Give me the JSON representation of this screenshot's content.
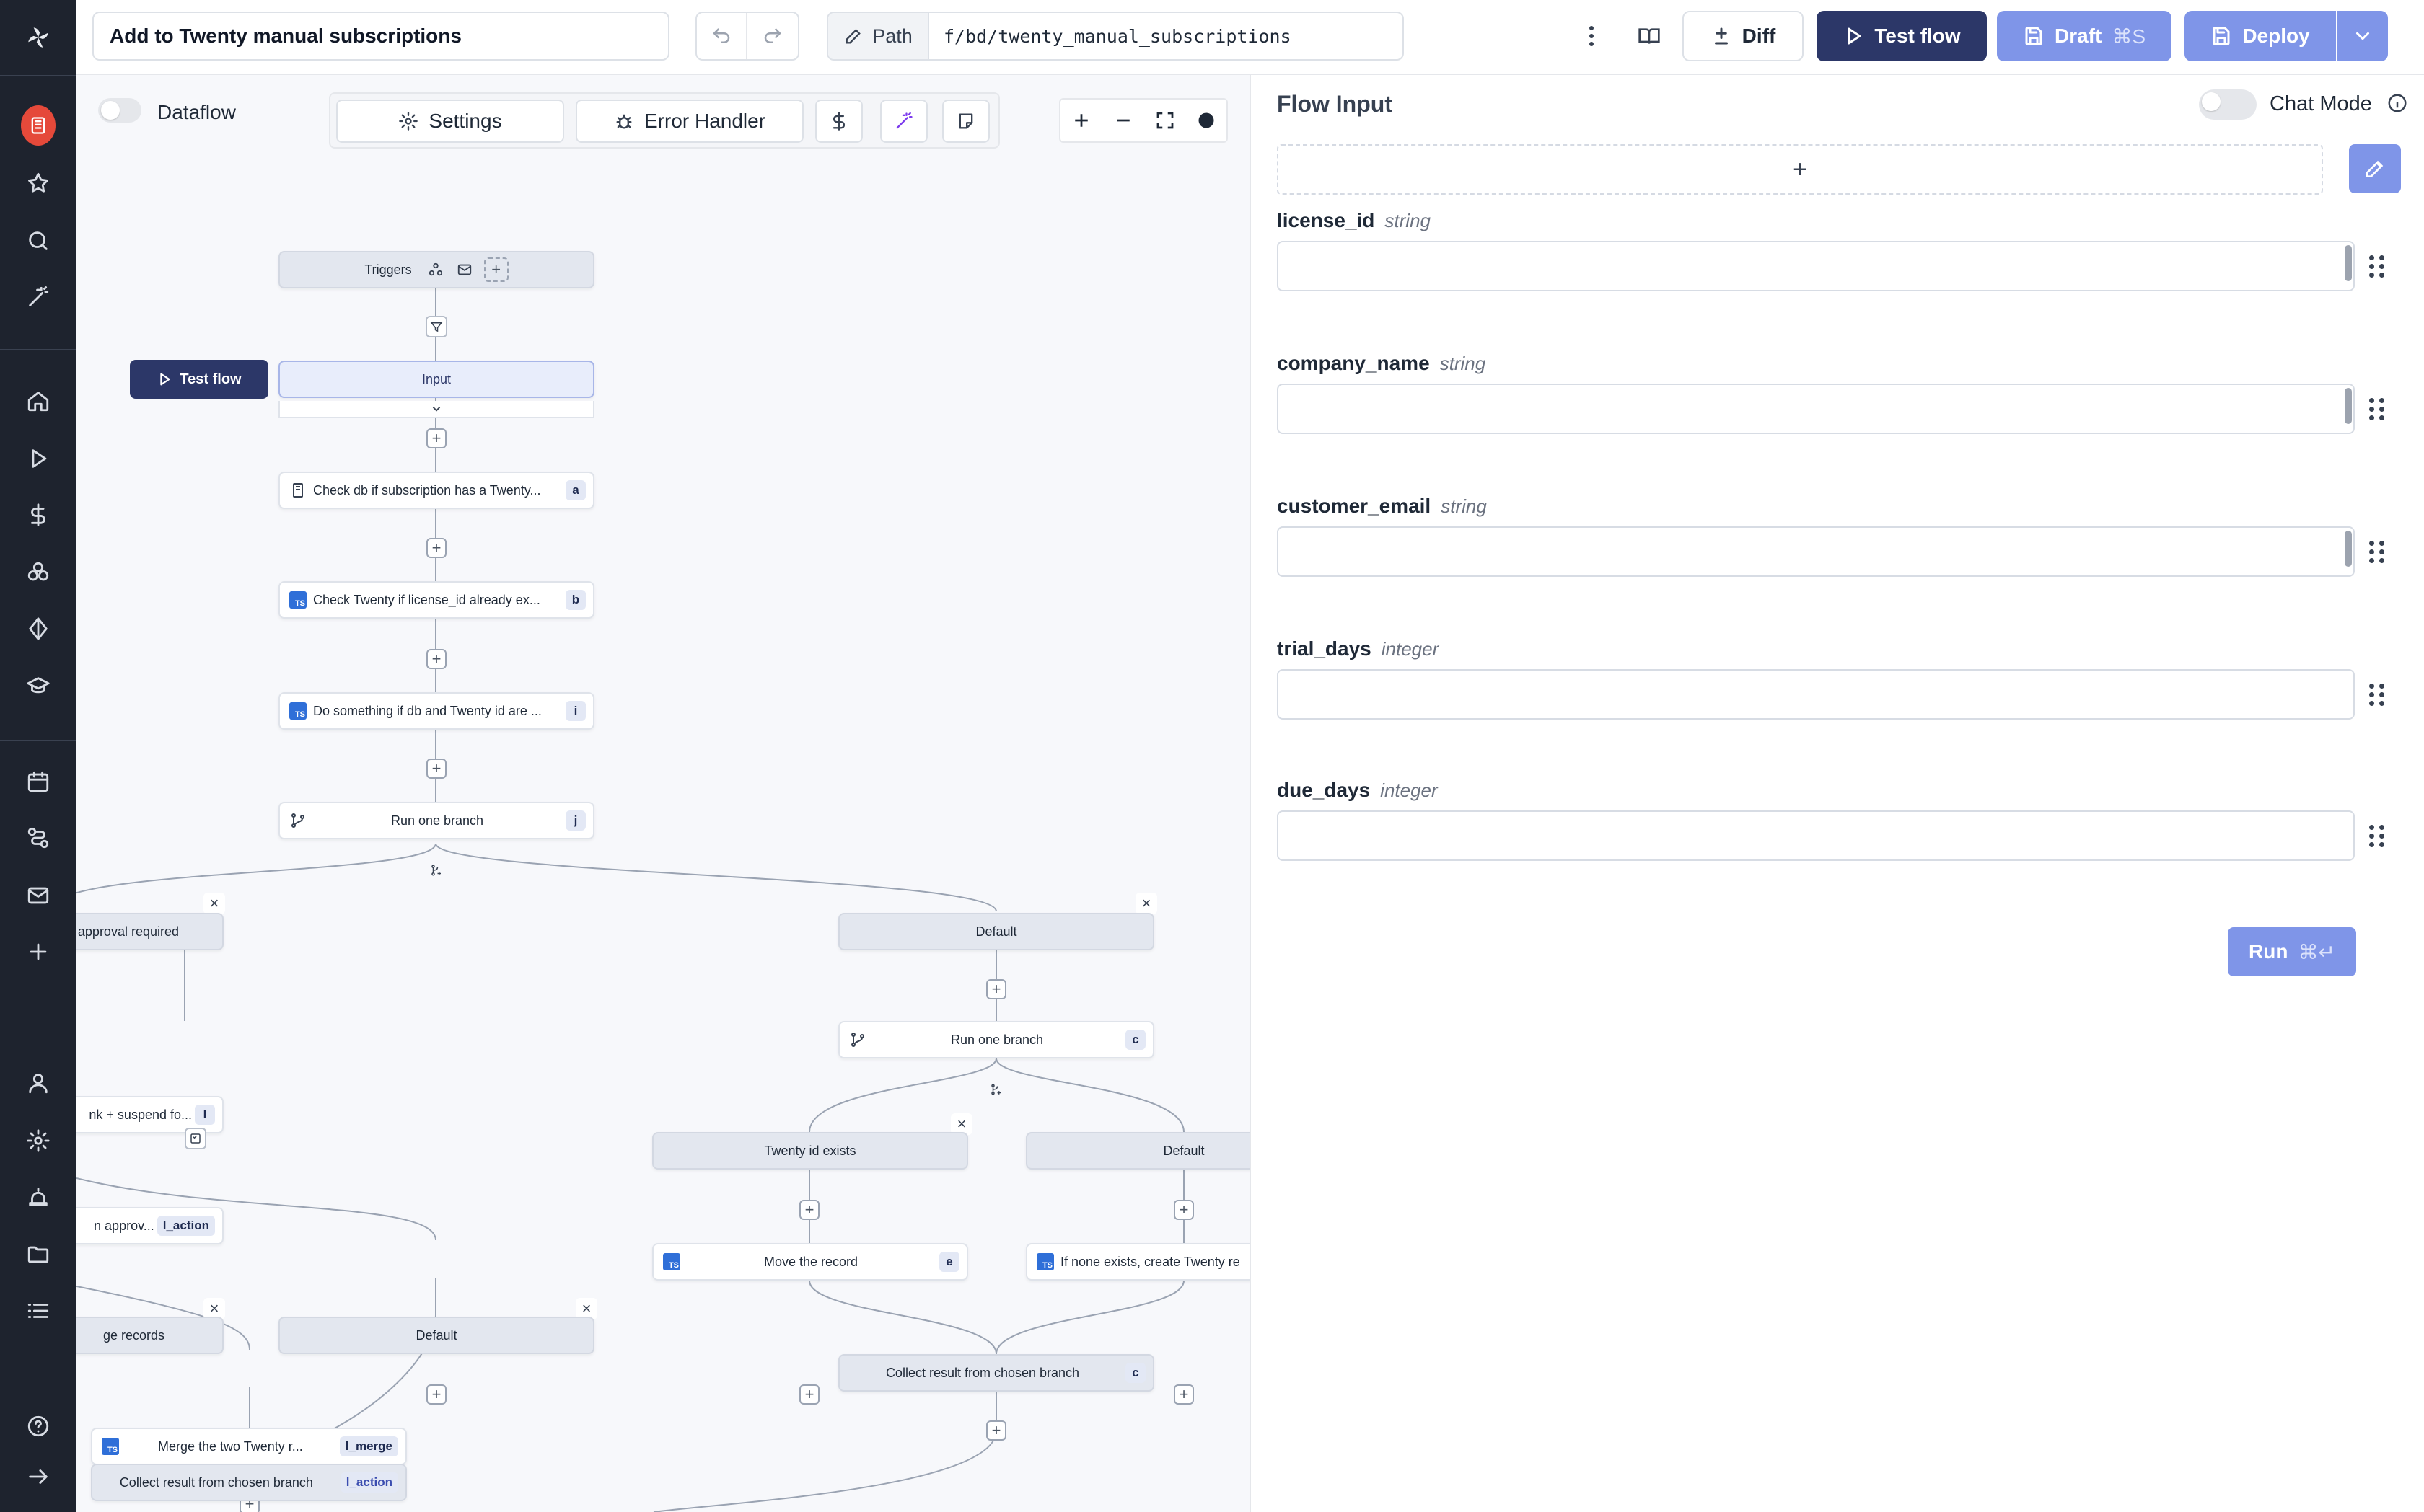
{
  "flow": {
    "summary": "Add to Twenty manual subscriptions",
    "path_label": "Path",
    "path_value": "f/bd/twenty_manual_subscriptions"
  },
  "toolbar": {
    "diff_label": "Diff",
    "test_flow_label": "Test flow",
    "draft_label": "Draft",
    "draft_shortcut": "⌘S",
    "deploy_label": "Deploy"
  },
  "canvas": {
    "dataflow_label": "Dataflow",
    "settings_label": "Settings",
    "error_handler_label": "Error Handler",
    "test_flow_button": "Test flow",
    "nodes": {
      "triggers": "Triggers",
      "input": "Input",
      "step_a": {
        "label": "Check db if subscription has a Twenty...",
        "id": "a"
      },
      "step_b": {
        "label": "Check Twenty if license_id already ex...",
        "id": "b"
      },
      "step_i": {
        "label": "Do something if db and Twenty id are ...",
        "id": "i"
      },
      "branch_j": {
        "label": "Run one branch",
        "id": "j"
      },
      "approval": "approval required",
      "suspend": {
        "label": "nk + suspend fo...",
        "id": "l"
      },
      "approv": {
        "label": "n approv...",
        "id": "l_action"
      },
      "default_top": "Default",
      "branch_c": {
        "label": "Run one branch",
        "id": "c"
      },
      "twenty_exists": "Twenty id exists",
      "default_mid": "Default",
      "records": "ge records",
      "default_left": "Default",
      "move_record": {
        "label": "Move the record",
        "id": "e"
      },
      "if_none": "If none exists, create Twenty re",
      "merge": {
        "label": "Merge the two Twenty r...",
        "id": "l_merge"
      },
      "collect_c": {
        "label": "Collect result from chosen branch",
        "id": "c"
      },
      "collect_l": {
        "label": "Collect result from chosen branch",
        "id": "l_action"
      }
    }
  },
  "panel": {
    "title": "Flow Input",
    "chat_mode_label": "Chat Mode",
    "fields": [
      {
        "name": "license_id",
        "type": "string"
      },
      {
        "name": "company_name",
        "type": "string"
      },
      {
        "name": "customer_email",
        "type": "string"
      },
      {
        "name": "trial_days",
        "type": "integer"
      },
      {
        "name": "due_days",
        "type": "integer"
      }
    ],
    "run_label": "Run",
    "run_shortcut": "⌘↵"
  },
  "colors": {
    "sidebar": "#1e232e",
    "primary_dark": "#2c3768",
    "primary_light": "#7f95e8",
    "canvas_bg": "#f7f8fb",
    "node_grey": "#e3e7ef",
    "accent_red": "#e5493a"
  }
}
